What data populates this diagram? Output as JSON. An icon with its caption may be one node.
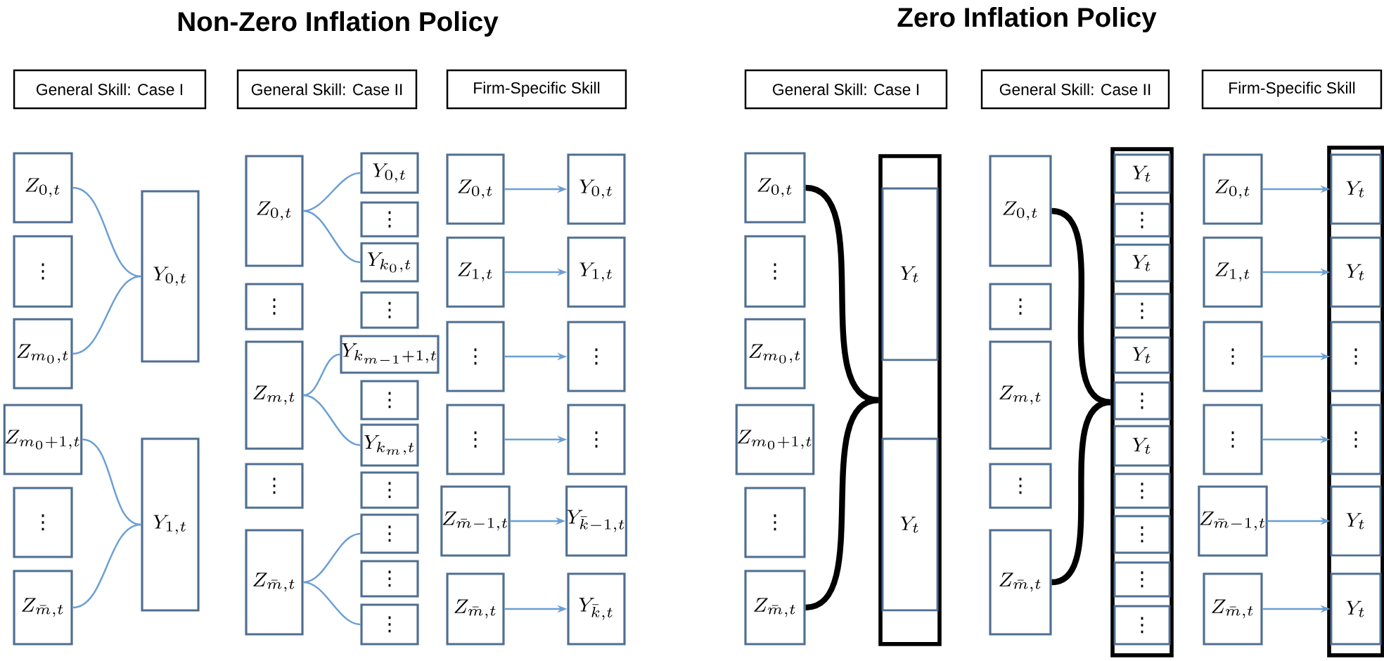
{
  "diagram": {
    "nodes": [
      {
        "text": [
          "General Skill: Case I"
        ]
      },
      {
        "text": [
          "General Skill: Case II"
        ]
      },
      {
        "text": [
          "Firm-Specific Skill"
        ]
      },
      {
        "text": [
          "Z_{0,t}"
        ]
      },
      {
        "text": [
          "⋮"
        ]
      },
      {
        "text": [
          "Z_{m_{0},t}"
        ]
      },
      {
        "text": [
          "Z_{m_{0}+1,t}"
        ]
      },
      {
        "text": [
          "⋮"
        ]
      },
      {
        "text": [
          "Z_{\\bar{m},t}"
        ]
      },
      {
        "text": [
          "Y_{0,t}"
        ]
      },
      {
        "text": [
          "Y_{1,t}"
        ]
      },
      {
        "text": [
          "Z_{0,t}"
        ]
      },
      {
        "text": [
          "⋮"
        ]
      },
      {
        "text": [
          "Z_{m,t}"
        ]
      },
      {
        "text": [
          "⋮"
        ]
      },
      {
        "text": [
          "Z_{\\bar{m},t}"
        ]
      },
      {
        "text": [
          "Y_{0,t}"
        ]
      },
      {
        "text": [
          "⋮"
        ]
      },
      {
        "text": [
          "Y_{k_{0},t}"
        ]
      },
      {
        "text": [
          "⋮"
        ]
      },
      {
        "text": [
          "Y_{k_{m-1}+1,t}"
        ]
      },
      {
        "text": [
          "⋮"
        ]
      },
      {
        "text": [
          "Y_{k_{m},t}"
        ]
      },
      {
        "text": [
          "⋮"
        ]
      },
      {
        "text": [
          "⋮"
        ]
      },
      {
        "text": [
          "⋮"
        ]
      },
      {
        "text": [
          "⋮"
        ]
      },
      {
        "text": [
          "Z_{0,t}"
        ]
      },
      {
        "text": [
          "Y_{0,t}"
        ]
      },
      {
        "text": [
          "Z_{1,t}"
        ]
      },
      {
        "text": [
          "Y_{1,t}"
        ]
      },
      {
        "text": [
          "⋮"
        ]
      },
      {
        "text": [
          "⋮"
        ]
      },
      {
        "text": [
          "⋮"
        ]
      },
      {
        "text": [
          "⋮"
        ]
      },
      {
        "text": [
          "Z_{\\bar{m}-1,t}"
        ]
      },
      {
        "text": [
          "Y_{\\bar{k}-1,t}"
        ]
      },
      {
        "text": [
          "Z_{\\bar{m},t}"
        ]
      },
      {
        "text": [
          "Y_{\\bar{k},t}"
        ]
      },
      {
        "text": [
          "General Skill: Case I"
        ]
      },
      {
        "text": [
          "General Skill: Case II"
        ]
      },
      {
        "text": [
          "Firm-Specific Skill"
        ]
      },
      {
        "text": [
          "Z_{0,t}"
        ]
      },
      {
        "text": [
          "⋮"
        ]
      },
      {
        "text": [
          "Z_{m_{0},t}"
        ]
      },
      {
        "text": [
          "Z_{m_{0}+1,t}"
        ]
      },
      {
        "text": [
          "⋮"
        ]
      },
      {
        "text": [
          "Z_{\\bar{m},t}"
        ]
      },
      {
        "text": [],
        "shape": "box"
      },
      {
        "text": [
          "Y_t"
        ],
        "in": 48
      },
      {
        "text": [
          "Y_t"
        ],
        "in": 48
      },
      {
        "text": [
          "Z_{0,t}"
        ]
      },
      {
        "text": [
          "⋮"
        ]
      },
      {
        "text": [
          "Z_{m,t}"
        ]
      },
      {
        "text": [
          "⋮"
        ]
      },
      {
        "text": [
          "Z_{\\bar{m},t}"
        ]
      },
      {
        "text": [],
        "shape": "box"
      },
      {
        "text": [
          "Y_t"
        ],
        "in": 56
      },
      {
        "text": [
          "⋮"
        ],
        "in": 56
      },
      {
        "text": [
          "Y_t"
        ],
        "in": 56
      },
      {
        "text": [
          "⋮"
        ],
        "in": 56
      },
      {
        "text": [
          "Y_t"
        ],
        "in": 56
      },
      {
        "text": [
          "⋮"
        ],
        "in": 56
      },
      {
        "text": [
          "Y_t"
        ],
        "in": 56
      },
      {
        "text": [
          "⋮"
        ],
        "in": 56
      },
      {
        "text": [
          "⋮"
        ],
        "in": 56
      },
      {
        "text": [
          "⋮"
        ],
        "in": 56
      },
      {
        "text": [
          "⋮"
        ],
        "in": 56
      },
      {
        "text": [],
        "shape": "box"
      },
      {
        "text": [
          "Z_{0,t}"
        ]
      },
      {
        "text": [
          "Y_t"
        ],
        "in": 68
      },
      {
        "text": [
          "Z_{1,t}"
        ]
      },
      {
        "text": [
          "Y_t"
        ],
        "in": 68
      },
      {
        "text": [
          "⋮"
        ]
      },
      {
        "text": [
          "⋮"
        ],
        "in": 68
      },
      {
        "text": [
          "⋮"
        ]
      },
      {
        "text": [
          "⋮"
        ],
        "in": 68
      },
      {
        "text": [
          "Z_{\\bar{m}-1,t}"
        ]
      },
      {
        "text": [
          "Y_t"
        ],
        "in": 68
      },
      {
        "text": [
          "Z_{\\bar{m},t}"
        ]
      },
      {
        "text": [
          "Y_t"
        ],
        "in": 68
      }
    ],
    "edges": [
      {
        "from": 3,
        "to": 9,
        "arrow": "none"
      },
      {
        "from": 5,
        "to": 9,
        "arrow": "none"
      },
      {
        "from": 6,
        "to": 10,
        "arrow": "none"
      },
      {
        "from": 8,
        "to": 10,
        "arrow": "none"
      },
      {
        "from": 11,
        "to": 16,
        "arrow": "none"
      },
      {
        "from": 11,
        "to": 18,
        "arrow": "none"
      },
      {
        "from": 13,
        "to": 20,
        "arrow": "none"
      },
      {
        "from": 13,
        "to": 22,
        "arrow": "none"
      },
      {
        "from": 15,
        "to": 24,
        "arrow": "none"
      },
      {
        "from": 15,
        "to": 26,
        "arrow": "none"
      },
      {
        "from": 27,
        "to": 28,
        "arrow": "to"
      },
      {
        "from": 29,
        "to": 30,
        "arrow": "to"
      },
      {
        "from": 31,
        "to": 32,
        "arrow": "to"
      },
      {
        "from": 33,
        "to": 34,
        "arrow": "to"
      },
      {
        "from": 35,
        "to": 36,
        "arrow": "to"
      },
      {
        "from": 37,
        "to": 38,
        "arrow": "to"
      },
      {
        "from": 42,
        "to": 48,
        "arrow": "none",
        "style": "thick",
        "color": "#000000"
      },
      {
        "from": 47,
        "to": 48,
        "arrow": "none",
        "style": "thick",
        "color": "#000000"
      },
      {
        "from": 51,
        "to": 56,
        "arrow": "none",
        "style": "thick",
        "color": "#000000"
      },
      {
        "from": 55,
        "to": 56,
        "arrow": "none",
        "style": "thick",
        "color": "#000000"
      },
      {
        "from": 69,
        "to": 70,
        "arrow": "to"
      },
      {
        "from": 71,
        "to": 72,
        "arrow": "to"
      },
      {
        "from": 73,
        "to": 74,
        "arrow": "to"
      },
      {
        "from": 75,
        "to": 76,
        "arrow": "to"
      },
      {
        "from": 77,
        "to": 78,
        "arrow": "to"
      },
      {
        "from": 79,
        "to": 80,
        "arrow": "to"
      }
    ],
    "labels": [
      "Non-Zero Inflation Policy",
      "Zero Inflation Policy"
    ]
  }
}
